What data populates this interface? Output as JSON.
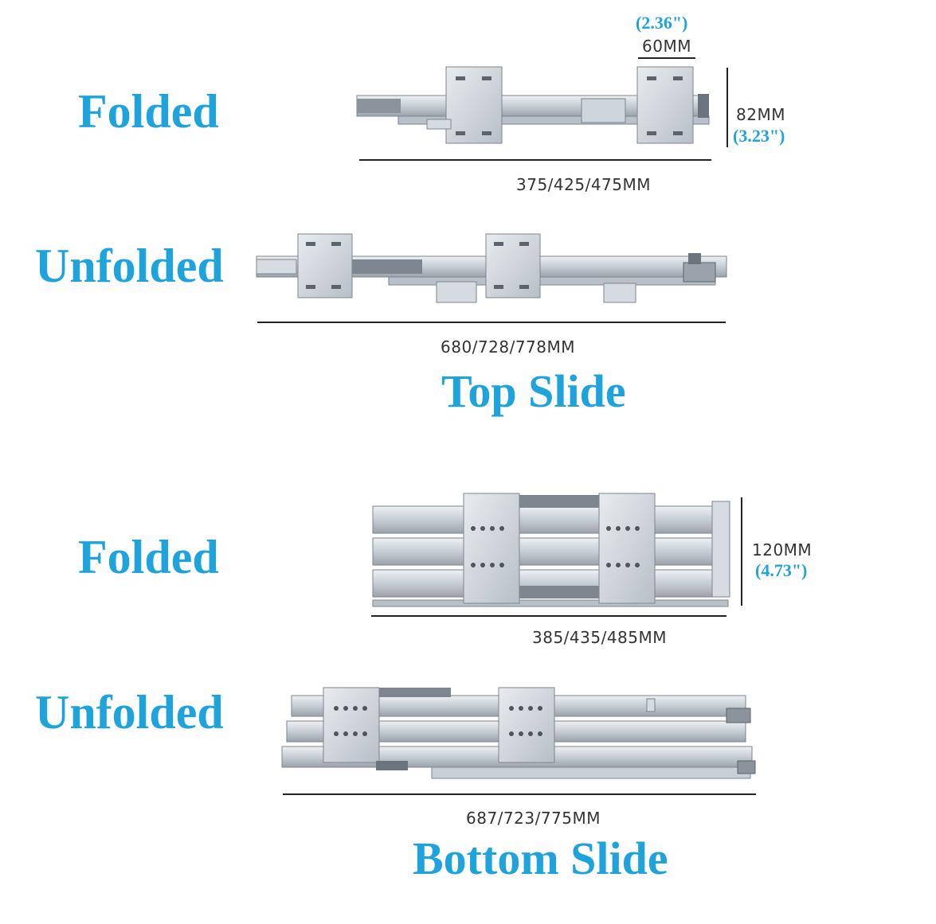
{
  "top_slide": {
    "title": "Top Slide",
    "folded": {
      "label": "Folded",
      "width_mm": "60MM",
      "width_in": "(2.36\")",
      "height_mm": "82MM",
      "height_in": "(3.23\")",
      "length": "375/425/475MM"
    },
    "unfolded": {
      "label": "Unfolded",
      "length": "680/728/778MM"
    }
  },
  "bottom_slide": {
    "title": "Bottom Slide",
    "folded": {
      "label": "Folded",
      "height_mm": "120MM",
      "height_in": "(4.73\")",
      "length": "385/435/485MM"
    },
    "unfolded": {
      "label": "Unfolded",
      "length": "687/723/775MM"
    }
  },
  "colors": {
    "label_blue": "#1ea3dd",
    "steel_light": "#dde2e8",
    "steel_mid": "#b9c0c9",
    "steel_dark": "#7d858f"
  }
}
